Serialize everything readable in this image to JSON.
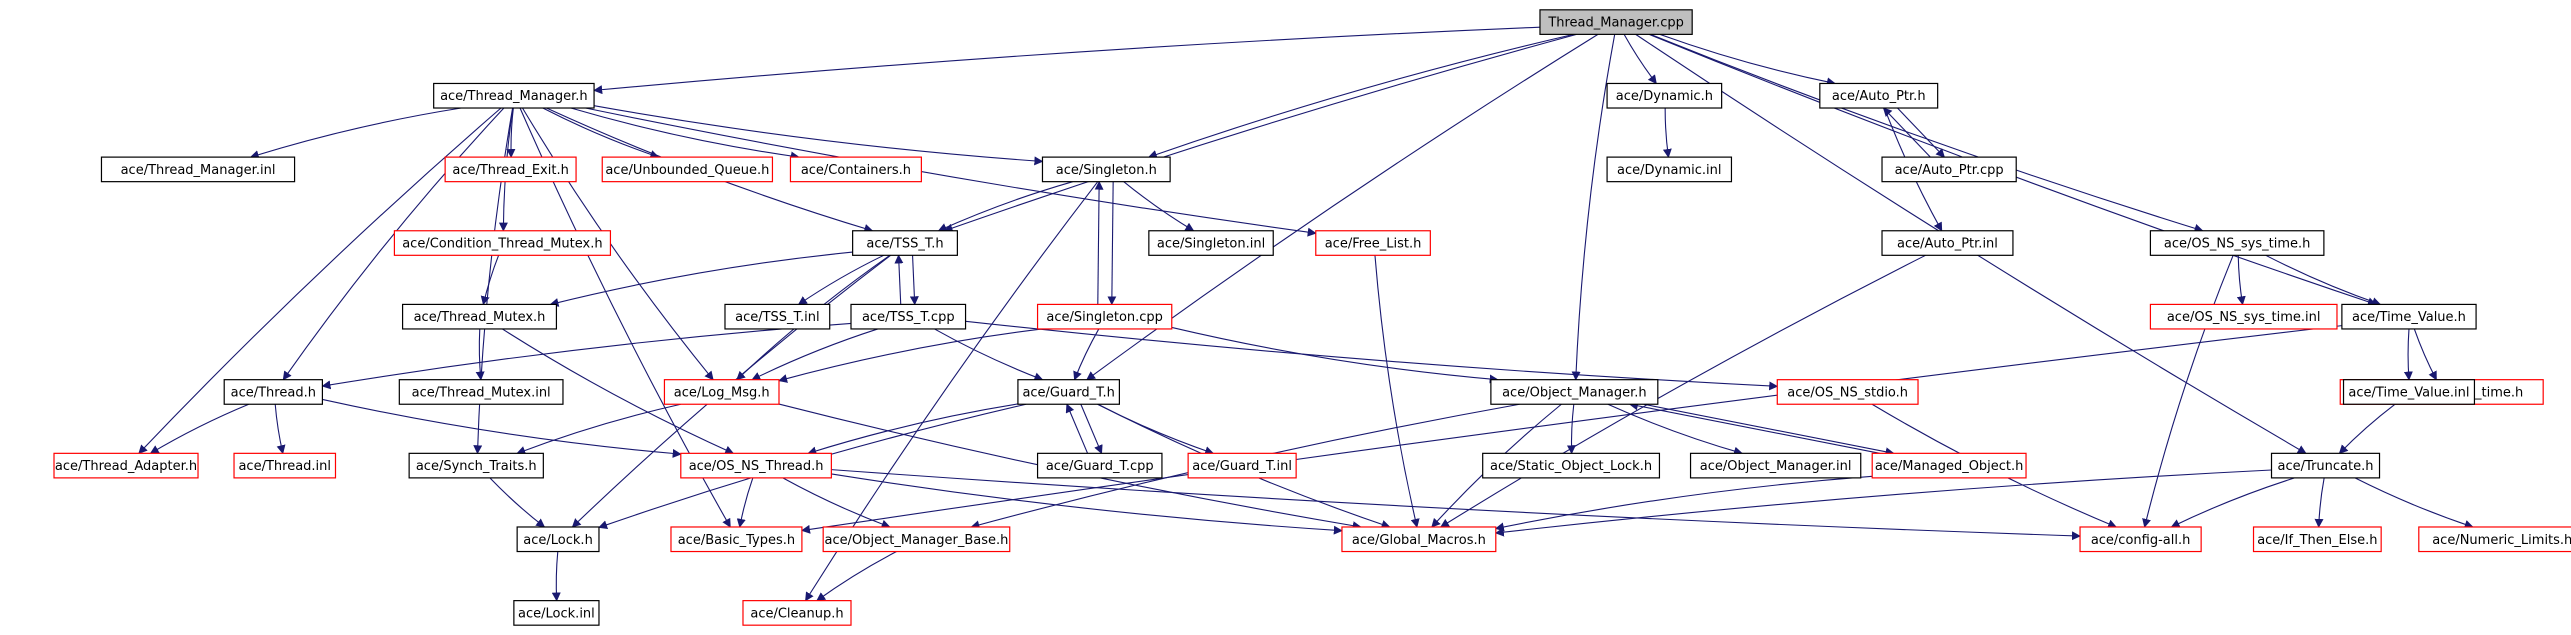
{
  "colors": {
    "edge": "#191970",
    "missing_border": "#ff0000",
    "root_fill": "#bfbfbf"
  },
  "nodes": [
    {
      "id": "root",
      "label": "Thread_Manager.cpp",
      "kind": "root"
    },
    {
      "id": "tm_h",
      "label": "ace/Thread_Manager.h",
      "kind": "normal"
    },
    {
      "id": "tm_inl",
      "label": "ace/Thread_Manager.inl",
      "kind": "normal"
    },
    {
      "id": "thread_exit",
      "label": "ace/Thread_Exit.h",
      "kind": "missing"
    },
    {
      "id": "unbounded_queue",
      "label": "ace/Unbounded_Queue.h",
      "kind": "missing"
    },
    {
      "id": "containers",
      "label": "ace/Containers.h",
      "kind": "missing"
    },
    {
      "id": "singleton_h",
      "label": "ace/Singleton.h",
      "kind": "normal"
    },
    {
      "id": "dynamic_h",
      "label": "ace/Dynamic.h",
      "kind": "normal"
    },
    {
      "id": "dynamic_inl",
      "label": "ace/Dynamic.inl",
      "kind": "normal"
    },
    {
      "id": "auto_ptr_h",
      "label": "ace/Auto_Ptr.h",
      "kind": "normal"
    },
    {
      "id": "auto_ptr_cpp",
      "label": "ace/Auto_Ptr.cpp",
      "kind": "normal"
    },
    {
      "id": "auto_ptr_inl",
      "label": "ace/Auto_Ptr.inl",
      "kind": "normal"
    },
    {
      "id": "cond_thread_mutex",
      "label": "ace/Condition_Thread_Mutex.h",
      "kind": "missing"
    },
    {
      "id": "tss_t_h",
      "label": "ace/TSS_T.h",
      "kind": "normal"
    },
    {
      "id": "singleton_inl",
      "label": "ace/Singleton.inl",
      "kind": "normal"
    },
    {
      "id": "free_list",
      "label": "ace/Free_List.h",
      "kind": "missing"
    },
    {
      "id": "os_ns_sys_time",
      "label": "ace/OS_NS_sys_time.h",
      "kind": "normal"
    },
    {
      "id": "thread_mutex_h",
      "label": "ace/Thread_Mutex.h",
      "kind": "normal"
    },
    {
      "id": "tss_t_inl",
      "label": "ace/TSS_T.inl",
      "kind": "normal"
    },
    {
      "id": "tss_t_cpp",
      "label": "ace/TSS_T.cpp",
      "kind": "normal"
    },
    {
      "id": "singleton_cpp",
      "label": "ace/Singleton.cpp",
      "kind": "missing"
    },
    {
      "id": "os_ns_sys_time_inl",
      "label": "ace/OS_NS_sys_time.inl",
      "kind": "missing"
    },
    {
      "id": "time_value_h",
      "label": "ace/Time_Value.h",
      "kind": "normal"
    },
    {
      "id": "thread_h",
      "label": "ace/Thread.h",
      "kind": "normal"
    },
    {
      "id": "thread_mutex_inl",
      "label": "ace/Thread_Mutex.inl",
      "kind": "normal"
    },
    {
      "id": "log_msg",
      "label": "ace/Log_Msg.h",
      "kind": "missing"
    },
    {
      "id": "guard_t_h",
      "label": "ace/Guard_T.h",
      "kind": "normal"
    },
    {
      "id": "object_manager_h",
      "label": "ace/Object_Manager.h",
      "kind": "normal"
    },
    {
      "id": "os_ns_stdio",
      "label": "ace/OS_NS_stdio.h",
      "kind": "missing"
    },
    {
      "id": "os_include_os_time",
      "label": "ace/os_include/os_time.h",
      "kind": "missing"
    },
    {
      "id": "time_value_inl",
      "label": "ace/Time_Value.inl",
      "kind": "normal"
    },
    {
      "id": "thread_adapter",
      "label": "ace/Thread_Adapter.h",
      "kind": "missing"
    },
    {
      "id": "thread_inl",
      "label": "ace/Thread.inl",
      "kind": "missing"
    },
    {
      "id": "synch_traits",
      "label": "ace/Synch_Traits.h",
      "kind": "normal"
    },
    {
      "id": "os_ns_thread",
      "label": "ace/OS_NS_Thread.h",
      "kind": "missing"
    },
    {
      "id": "guard_t_cpp",
      "label": "ace/Guard_T.cpp",
      "kind": "normal"
    },
    {
      "id": "guard_t_inl",
      "label": "ace/Guard_T.inl",
      "kind": "missing"
    },
    {
      "id": "static_object_lock",
      "label": "ace/Static_Object_Lock.h",
      "kind": "normal"
    },
    {
      "id": "object_manager_inl",
      "label": "ace/Object_Manager.inl",
      "kind": "normal"
    },
    {
      "id": "managed_object",
      "label": "ace/Managed_Object.h",
      "kind": "missing"
    },
    {
      "id": "truncate",
      "label": "ace/Truncate.h",
      "kind": "normal"
    },
    {
      "id": "lock_h",
      "label": "ace/Lock.h",
      "kind": "normal"
    },
    {
      "id": "basic_types",
      "label": "ace/Basic_Types.h",
      "kind": "missing"
    },
    {
      "id": "object_manager_base",
      "label": "ace/Object_Manager_Base.h",
      "kind": "missing"
    },
    {
      "id": "global_macros",
      "label": "ace/Global_Macros.h",
      "kind": "missing"
    },
    {
      "id": "config_all",
      "label": "ace/config-all.h",
      "kind": "missing"
    },
    {
      "id": "if_then_else",
      "label": "ace/If_Then_Else.h",
      "kind": "missing"
    },
    {
      "id": "numeric_limits",
      "label": "ace/Numeric_Limits.h",
      "kind": "missing"
    },
    {
      "id": "lock_inl",
      "label": "ace/Lock.inl",
      "kind": "normal"
    },
    {
      "id": "cleanup",
      "label": "ace/Cleanup.h",
      "kind": "missing"
    }
  ],
  "edges": [
    [
      "root",
      "tm_h"
    ],
    [
      "root",
      "singleton_h"
    ],
    [
      "root",
      "tss_t_h"
    ],
    [
      "root",
      "guard_t_h"
    ],
    [
      "root",
      "object_manager_h"
    ],
    [
      "root",
      "dynamic_h"
    ],
    [
      "root",
      "auto_ptr_h"
    ],
    [
      "root",
      "os_ns_sys_time"
    ],
    [
      "root",
      "time_value_h"
    ],
    [
      "root",
      "truncate"
    ],
    [
      "tm_h",
      "tm_inl"
    ],
    [
      "tm_h",
      "thread_exit"
    ],
    [
      "tm_h",
      "unbounded_queue"
    ],
    [
      "tm_h",
      "containers"
    ],
    [
      "tm_h",
      "singleton_h"
    ],
    [
      "tm_h",
      "cond_thread_mutex"
    ],
    [
      "tm_h",
      "thread_h"
    ],
    [
      "tm_h",
      "thread_adapter"
    ],
    [
      "tm_h",
      "synch_traits"
    ],
    [
      "tm_h",
      "log_msg"
    ],
    [
      "tm_h",
      "tss_t_h"
    ],
    [
      "tm_h",
      "free_list"
    ],
    [
      "tm_h",
      "basic_types"
    ],
    [
      "dynamic_h",
      "dynamic_inl"
    ],
    [
      "auto_ptr_h",
      "auto_ptr_cpp"
    ],
    [
      "auto_ptr_cpp",
      "auto_ptr_h"
    ],
    [
      "auto_ptr_h",
      "auto_ptr_inl"
    ],
    [
      "auto_ptr_inl",
      "global_macros"
    ],
    [
      "singleton_h",
      "tss_t_h"
    ],
    [
      "singleton_h",
      "singleton_inl"
    ],
    [
      "singleton_h",
      "singleton_cpp"
    ],
    [
      "singleton_cpp",
      "singleton_h"
    ],
    [
      "singleton_h",
      "cleanup"
    ],
    [
      "cond_thread_mutex",
      "thread_mutex_h"
    ],
    [
      "tss_t_h",
      "thread_mutex_h"
    ],
    [
      "tss_t_h",
      "tss_t_inl"
    ],
    [
      "tss_t_h",
      "tss_t_cpp"
    ],
    [
      "tss_t_cpp",
      "tss_t_h"
    ],
    [
      "tss_t_h",
      "lock_h"
    ],
    [
      "tss_t_h",
      "log_msg"
    ],
    [
      "free_list",
      "global_macros"
    ],
    [
      "os_ns_sys_time",
      "os_ns_sys_time_inl"
    ],
    [
      "os_ns_sys_time",
      "time_value_h"
    ],
    [
      "os_ns_sys_time",
      "config_all"
    ],
    [
      "thread_mutex_h",
      "thread_mutex_inl"
    ],
    [
      "thread_mutex_h",
      "os_ns_thread"
    ],
    [
      "tss_t_cpp",
      "thread_h"
    ],
    [
      "tss_t_cpp",
      "log_msg"
    ],
    [
      "tss_t_cpp",
      "guard_t_h"
    ],
    [
      "tss_t_cpp",
      "os_ns_stdio"
    ],
    [
      "singleton_cpp",
      "guard_t_h"
    ],
    [
      "singleton_cpp",
      "object_manager_h"
    ],
    [
      "singleton_cpp",
      "log_msg"
    ],
    [
      "time_value_h",
      "os_include_os_time"
    ],
    [
      "time_value_h",
      "time_value_inl"
    ],
    [
      "time_value_h",
      "basic_types"
    ],
    [
      "thread_h",
      "thread_adapter"
    ],
    [
      "thread_h",
      "thread_inl"
    ],
    [
      "thread_h",
      "os_ns_thread"
    ],
    [
      "log_msg",
      "synch_traits"
    ],
    [
      "log_msg",
      "global_macros"
    ],
    [
      "guard_t_h",
      "guard_t_cpp"
    ],
    [
      "guard_t_cpp",
      "guard_t_h"
    ],
    [
      "guard_t_h",
      "guard_t_inl"
    ],
    [
      "guard_t_h",
      "os_ns_thread"
    ],
    [
      "guard_t_h",
      "lock_h"
    ],
    [
      "guard_t_h",
      "global_macros"
    ],
    [
      "object_manager_h",
      "static_object_lock"
    ],
    [
      "object_manager_h",
      "object_manager_inl"
    ],
    [
      "object_manager_h",
      "managed_object"
    ],
    [
      "managed_object",
      "object_manager_h"
    ],
    [
      "object_manager_h",
      "object_manager_base"
    ],
    [
      "object_manager_h",
      "global_macros"
    ],
    [
      "os_ns_stdio",
      "config_all"
    ],
    [
      "time_value_inl",
      "truncate"
    ],
    [
      "synch_traits",
      "lock_h"
    ],
    [
      "os_ns_thread",
      "basic_types"
    ],
    [
      "os_ns_thread",
      "object_manager_base"
    ],
    [
      "os_ns_thread",
      "global_macros"
    ],
    [
      "os_ns_thread",
      "config_all"
    ],
    [
      "managed_object",
      "global_macros"
    ],
    [
      "truncate",
      "global_macros"
    ],
    [
      "truncate",
      "config_all"
    ],
    [
      "truncate",
      "if_then_else"
    ],
    [
      "truncate",
      "numeric_limits"
    ],
    [
      "lock_h",
      "lock_inl"
    ],
    [
      "object_manager_base",
      "cleanup"
    ]
  ]
}
